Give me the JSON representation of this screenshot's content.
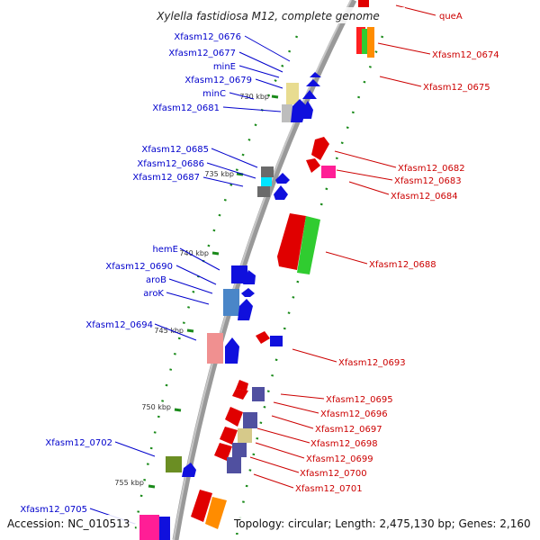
{
  "title": "Xylella fastidiosa M12, complete genome",
  "footer": {
    "accession": "Accession: NC_010513",
    "topology": "Topology: circular; Length: 2,475,130 bp; Genes: 2,160"
  },
  "kbp_labels": [
    "730 kbp",
    "735 kbp",
    "740 kbp",
    "745 kbp",
    "750 kbp",
    "755 kbp"
  ],
  "left_labels": [
    "Xfasm12_0676",
    "Xfasm12_0677",
    "minE",
    "Xfasm12_0679",
    "minC",
    "Xfasm12_0681",
    "Xfasm12_0685",
    "Xfasm12_0686",
    "Xfasm12_0687",
    "hemE",
    "Xfasm12_0690",
    "aroB",
    "aroK",
    "Xfasm12_0694",
    "Xfasm12_0702",
    "Xfasm12_0705"
  ],
  "right_labels": [
    "queA",
    "Xfasm12_0674",
    "Xfasm12_0675",
    "Xfasm12_0682",
    "Xfasm12_0683",
    "Xfasm12_0684",
    "Xfasm12_0688",
    "Xfasm12_0693",
    "Xfasm12_0695",
    "Xfasm12_0696",
    "Xfasm12_0697",
    "Xfasm12_0698",
    "Xfasm12_0699",
    "Xfasm12_0700",
    "Xfasm12_0701"
  ],
  "colors": {
    "left_label": "#0000cc",
    "right_label": "#cc0000",
    "backbone": "#888888",
    "tick": "#008800"
  }
}
